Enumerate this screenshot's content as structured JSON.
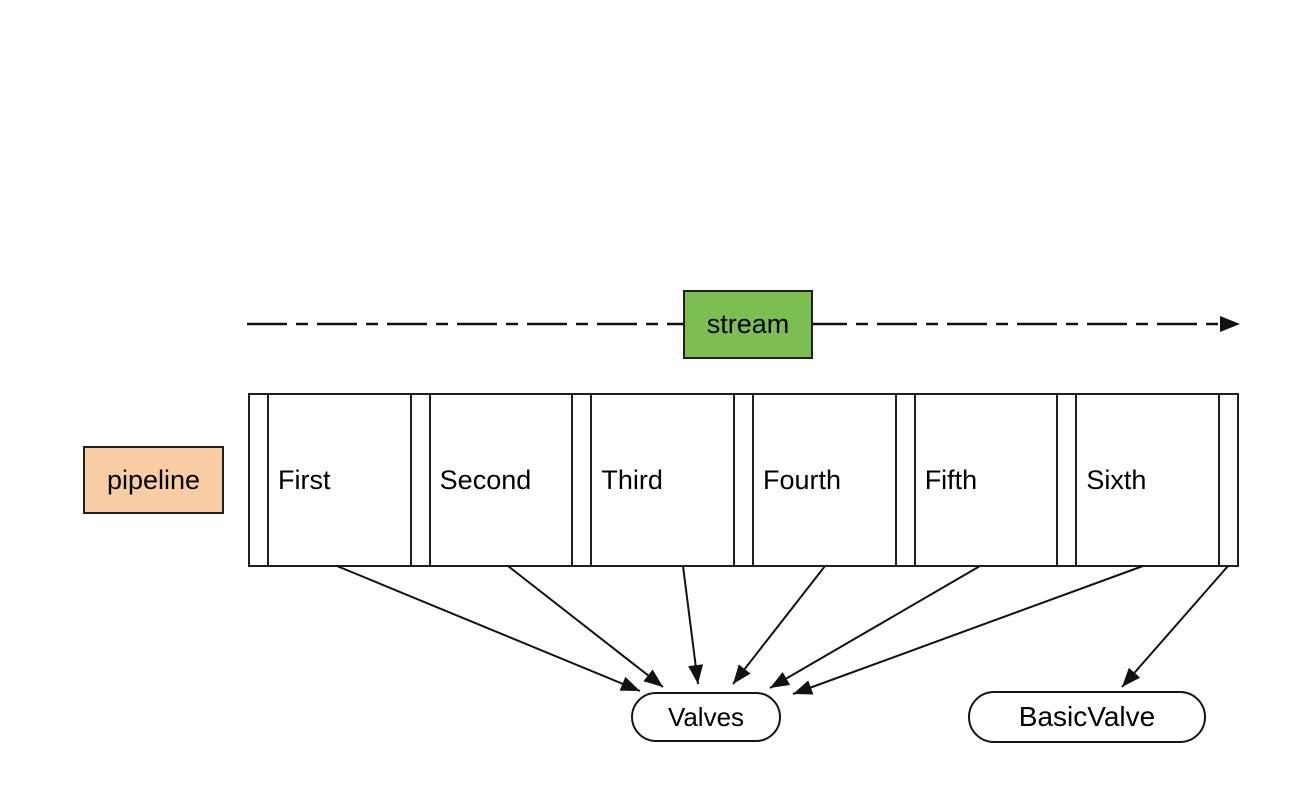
{
  "stream": {
    "label": "stream"
  },
  "pipeline": {
    "label": "pipeline",
    "valves": [
      "First",
      "Second",
      "Third",
      "Fourth",
      "Fifth",
      "Sixth"
    ]
  },
  "nodes": {
    "valves": "Valves",
    "basic_valve": "BasicValve"
  },
  "edges": [
    {
      "from": "First",
      "to": "Valves"
    },
    {
      "from": "Second",
      "to": "Valves"
    },
    {
      "from": "Third",
      "to": "Valves"
    },
    {
      "from": "Fourth",
      "to": "Valves"
    },
    {
      "from": "Fifth",
      "to": "Valves"
    },
    {
      "from": "Sixth",
      "to": "Valves"
    },
    {
      "from": "pipeline",
      "to": "BasicValve"
    }
  ],
  "stream_arrow": {
    "direction": "left-to-right",
    "style": "dash-dot"
  },
  "colors": {
    "background": "#ffffff",
    "stream_fill": "#7dbe52",
    "pipeline_fill": "#f9cda3",
    "node_border": "#1f1f1f",
    "line": "#111111",
    "text": "#000000"
  }
}
